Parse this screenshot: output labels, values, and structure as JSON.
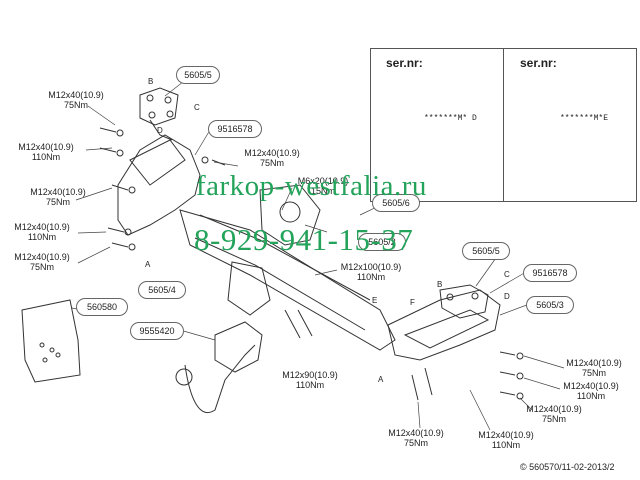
{
  "watermark": {
    "site": "farkop-westfalia.ru",
    "phone": "8-929-941-15-37"
  },
  "copyright": "© 560570/11-02-2013/2",
  "warning_boxes": [
    {
      "title": "ser.nr:",
      "code": "*******M* D"
    },
    {
      "title": "ser.nr:",
      "code": "*******M*E"
    }
  ],
  "part_labels": {
    "p5605_5_top": "5605/5",
    "p9516578_left": "9516578",
    "p5605_6": "5605/6",
    "p5605_2": "5605/2",
    "p5605_4": "5605/4",
    "p560580": "560580",
    "p9555420": "9555420",
    "p5605_5_right": "5605/5",
    "p9516578_right": "9516578",
    "p5605_3": "5605/3"
  },
  "torque_labels": [
    {
      "spec": "M12x40(10.9)",
      "torque": "75Nm"
    },
    {
      "spec": "M12x40(10.9)",
      "torque": "110Nm"
    },
    {
      "spec": "M12x40(10.9)",
      "torque": "75Nm"
    },
    {
      "spec": "M12x40(10.9)",
      "torque": "110Nm"
    },
    {
      "spec": "M12x40(10.9)",
      "torque": "75Nm"
    },
    {
      "spec": "M12x40(10.9)",
      "torque": "75Nm"
    },
    {
      "spec": "M6x20(10.9)",
      "torque": "15Nm"
    },
    {
      "spec": "M12x100(10.9)",
      "torque": "110Nm"
    },
    {
      "spec": "M12x90(10.9)",
      "torque": "110Nm"
    },
    {
      "spec": "M12x40(10.9)",
      "torque": "75Nm"
    },
    {
      "spec": "M12x40(10.9)",
      "torque": "110Nm"
    },
    {
      "spec": "M12x40(10.9)",
      "torque": "75Nm"
    },
    {
      "spec": "M12x40(10.9)",
      "torque": "75Nm"
    },
    {
      "spec": "M12x40(10.9)",
      "torque": "110Nm"
    }
  ],
  "letters": {
    "B_left": "B",
    "C_left": "C",
    "D_left": "D",
    "A_left": "A",
    "E": "E",
    "F": "F",
    "B_right": "B",
    "C_right": "C",
    "D_right": "D",
    "A_right": "A"
  }
}
